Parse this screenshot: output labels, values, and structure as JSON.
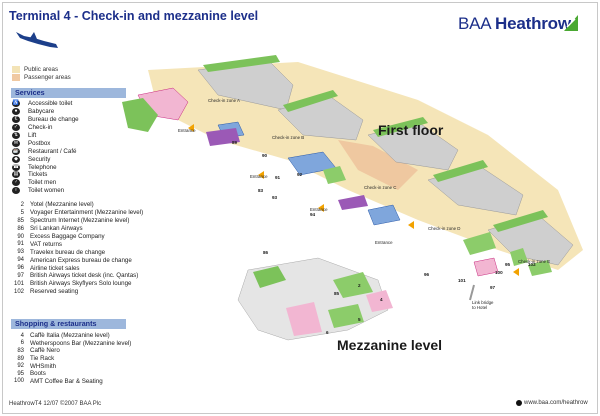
{
  "title": "Terminal 4 - Check-in and mezzanine level",
  "brand": {
    "prefix": "BAA ",
    "name": "Heathrow"
  },
  "key": [
    {
      "label": "Public areas",
      "color": "#f3e3b6"
    },
    {
      "label": "Passenger areas",
      "color": "#f0c9a2"
    }
  ],
  "services": {
    "heading": "Services",
    "icon_items": [
      {
        "icon": "accessible-toilet-icon",
        "glyph": "♿",
        "label": "Accessible toilet"
      },
      {
        "icon": "babycare-icon",
        "glyph": "●",
        "label": "Babycare"
      },
      {
        "icon": "bureau-de-change-icon",
        "glyph": "€",
        "label": "Bureau de change"
      },
      {
        "icon": "check-in-icon",
        "glyph": "✓",
        "label": "Check-in"
      },
      {
        "icon": "lift-icon",
        "glyph": "⇅",
        "label": "Lift"
      },
      {
        "icon": "postbox-icon",
        "glyph": "✉",
        "label": "Postbox"
      },
      {
        "icon": "restaurant-icon",
        "glyph": "☕",
        "label": "Restaurant / Café"
      },
      {
        "icon": "security-icon",
        "glyph": "◆",
        "label": "Security"
      },
      {
        "icon": "telephone-icon",
        "glyph": "☎",
        "label": "Telephone"
      },
      {
        "icon": "tickets-icon",
        "glyph": "▤",
        "label": "Tickets"
      },
      {
        "icon": "toilet-men-icon",
        "glyph": "♂",
        "label": "Toilet men"
      },
      {
        "icon": "toilet-women-icon",
        "glyph": "♀",
        "label": "Toilet women"
      }
    ],
    "numbered_items": [
      {
        "num": "2",
        "label": "Yotel (Mezzanine level)"
      },
      {
        "num": "5",
        "label": "Voyager Entertainment (Mezzanine level)"
      },
      {
        "num": "85",
        "label": "Spectrum Internet (Mezzanine level)"
      },
      {
        "num": "86",
        "label": "Sri Lankan Airways"
      },
      {
        "num": "90",
        "label": "Excess Baggage Company"
      },
      {
        "num": "91",
        "label": "VAT returns"
      },
      {
        "num": "93",
        "label": "Travelex bureau de change"
      },
      {
        "num": "94",
        "label": "American Express bureau de change"
      },
      {
        "num": "96",
        "label": "Airline ticket sales"
      },
      {
        "num": "97",
        "label": "British Airways ticket desk (inc. Qantas)"
      },
      {
        "num": "101",
        "label": "British Airways Skyflyers Solo lounge"
      },
      {
        "num": "102",
        "label": "Reserved seating"
      }
    ]
  },
  "shopping": {
    "heading": "Shopping & restaurants",
    "items": [
      {
        "num": "4",
        "label": "Caffè Italia (Mezzanine level)"
      },
      {
        "num": "6",
        "label": "Wetherspoons Bar (Mezzanine level)"
      },
      {
        "num": "83",
        "label": "Caffè Nero"
      },
      {
        "num": "89",
        "label": "Tie Rack"
      },
      {
        "num": "92",
        "label": "WHSmith"
      },
      {
        "num": "95",
        "label": "Boots"
      },
      {
        "num": "100",
        "label": "AMT Coffee Bar & Seating"
      }
    ]
  },
  "map": {
    "first_floor_label": "First floor",
    "mezzanine_label": "Mezzanine level",
    "zones": [
      "Check-in zone A",
      "Check-in zone B",
      "Check-in zone C",
      "Check-in zone D",
      "Check-in zone E"
    ],
    "entrance": "Entrance",
    "link_bridge": "Link bridge to Hotel",
    "unit_numbers": [
      "86",
      "91",
      "93",
      "94",
      "92",
      "95",
      "96",
      "101",
      "97",
      "100",
      "102",
      "89",
      "90",
      "83",
      "85",
      "2",
      "4",
      "5",
      "6"
    ]
  },
  "footer": {
    "left": "HeathrowT4 12/07 ©2007 BAA Plc",
    "right": "www.baa.com/heathrow"
  }
}
